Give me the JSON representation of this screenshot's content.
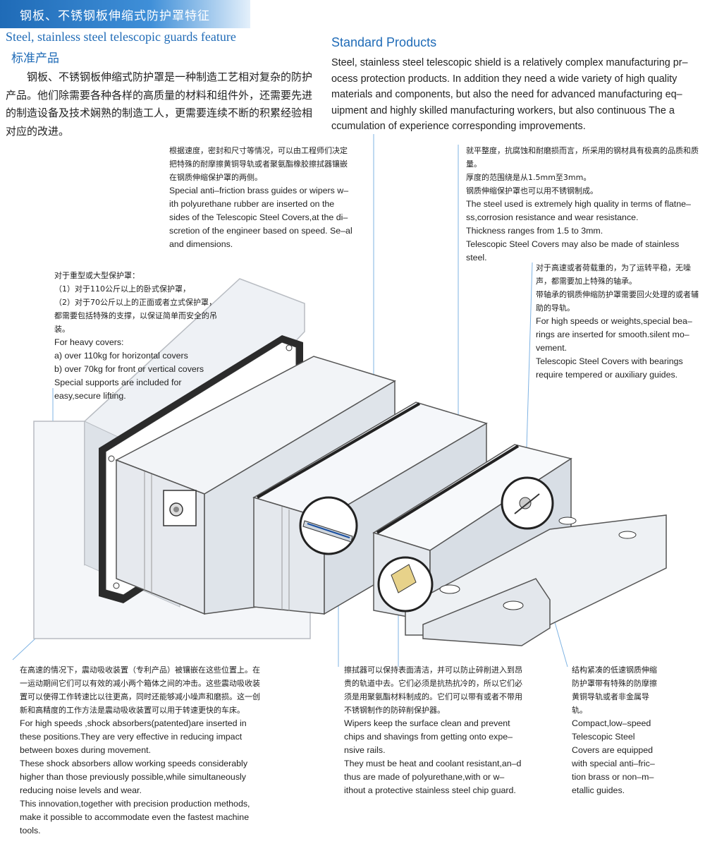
{
  "header": {
    "cn_title": "钢板、不锈钢板伸缩式防护罩特征",
    "en_subtitle": "Steel, stainless steel telescopic guards feature",
    "cn_heading": "标准产品",
    "cn_intro": "钢板、不锈钢板伸缩式防护罩是一种制造工艺相对复杂的防护产品。他们除需要各种各样的高质量的材料和组件外，还需要先进的制造设备及技术娴熟的制造工人，更需要连续不断的积累经验相对应的改进。",
    "en_heading": "Standard Products",
    "en_intro": "Steel, stainless steel telescopic shield is a relatively complex manufacturing pr–ocess protection products. In addition they need a wide variety of high quality materials and components, but also the need for advanced manufacturing eq–uipment and highly skilled manufacturing workers, but also continuous The a ccumulation of experience corresponding improvements."
  },
  "notes": {
    "guides": {
      "cn": "根据速度，密封和尺寸等情况，可以由工程师们决定把特殊的耐摩擦黄铜导轨或者聚氨酯橡胶擦拭器镶嵌在钢质伸缩保护罩的两侧。",
      "en": "Special anti–friction brass guides or wipers w–ith polyurethane rubber are inserted on the sides of the Telescopic Steel Covers,at the di–scretion of the engineer based on speed. Se–al and dimensions."
    },
    "flatness": {
      "cn1": "就平整度，抗腐蚀和耐磨损而言，所采用的钢材具有极高的品质和质量。",
      "cn2": "厚度的范围绕是从1.5mm至3mm。",
      "cn3": "钢质伸缩保护罩也可以用不锈钢制成。",
      "en1": "The steel used is extremely high quality in terms of flatne–ss,corrosion resistance and wear resistance.",
      "en2": "Thickness ranges from 1.5 to 3mm.",
      "en3": "Telescopic Steel Covers may also be made of stainless steel."
    },
    "bearings": {
      "cn1": "对于高速或者荷载重的，为了运转平稳，无噪声，都需要加上特殊的轴承。",
      "cn2": "带轴承的钢质伸缩防护罩需要回火处理的或者辅助的导轨。",
      "en1": "For high speeds or weights,special bea–rings are inserted for smooth.silent mo–vement.",
      "en2": "Telescopic Steel Covers with bearings require tempered or auxiliary guides."
    },
    "heavy": {
      "cn1": "对于重型或大型保护罩：",
      "cn2": "（1）对于110公斤以上的卧式保护罩，",
      "cn3": "（2）对于70公斤以上的正面或者立式保护罩，",
      "cn4": "都需要包括特殊的支撑，以保证简单而安全的吊装。",
      "en1": "For heavy covers:",
      "en2": "a) over 110kg for horizontal covers",
      "en3": "b) over 70kg for front or vertical covers",
      "en4": "Special supports are included for easy,secure lifting."
    },
    "shock": {
      "cn": "在高速的情况下，震动吸收装置（专利产品）被镶嵌在这些位置上。在一运动期间它们可以有效的减小两个箱体之间的冲击。这些震动吸收装置可以使得工作转速比以往更高，同时还能够减小噪声和磨损。这一创新和高精度的工作方法是震动吸收装置可以用于转速更快的车床。",
      "en1": "For high speeds ,shock absorbers(patented)are inserted in these positions.They are very effective in reducing impact between boxes during movement.",
      "en2": "These shock absorbers allow working speeds considerably higher than those previously possible,while simultaneously reducing noise levels and wear.",
      "en3": "This innovation,together with precision production methods, make it possible to accommodate even the fastest machine tools."
    },
    "wipers": {
      "cn": "擦拭器可以保持表面清洁，并可以防止碎削进入到昂贵的轨道中去。它们必须是抗热抗冷的，所以它们必须是用聚氨酯材料制成的。它们可以带有或者不带用不锈钢制作的防碎削保护器。",
      "en1": "Wipers keep the surface clean and prevent chips and shavings from getting onto expe–nsive rails.",
      "en2": "They must be heat and coolant resistant,an–d thus are made of polyurethane,with or w–ithout a protective stainless steel chip guard."
    },
    "compact": {
      "cn": "结构紧凑的低速钢质伸缩防护罩带有特殊的防摩擦黄铜导轨或者非金属导轨。",
      "en": "Compact,low–speed Telescopic Steel Covers are equipped with special anti–fric–tion brass or non–m–etallic guides."
    }
  }
}
